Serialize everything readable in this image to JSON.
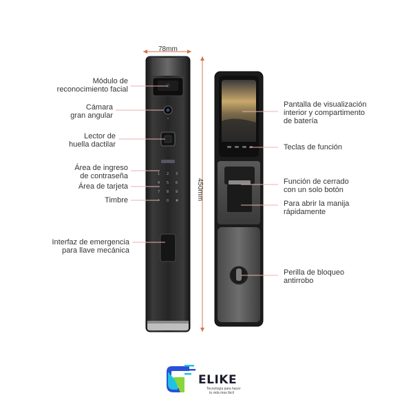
{
  "dimensions": {
    "width": "78mm",
    "height": "450mm"
  },
  "left_labels": [
    {
      "id": "face",
      "lines": [
        "Módulo de",
        "reconocimiento facial"
      ]
    },
    {
      "id": "camera",
      "lines": [
        "Cámara",
        "gran angular"
      ]
    },
    {
      "id": "fingerprint",
      "lines": [
        "Lector de",
        "huella dactilar"
      ]
    },
    {
      "id": "password",
      "lines": [
        "Área de ingreso",
        "de contraseña"
      ]
    },
    {
      "id": "card",
      "lines": [
        "Área de tarjeta"
      ]
    },
    {
      "id": "bell",
      "lines": [
        "Timbre"
      ]
    },
    {
      "id": "emergency",
      "lines": [
        "Interfaz de emergencia",
        "para llave mecánica"
      ]
    }
  ],
  "right_labels": [
    {
      "id": "screen",
      "lines": [
        "Pantalla de visualización",
        "interior y compartimento",
        "de batería"
      ]
    },
    {
      "id": "func-keys",
      "lines": [
        "Teclas de función"
      ]
    },
    {
      "id": "one-touch",
      "lines": [
        "Función de cerrado",
        "con un solo botón"
      ]
    },
    {
      "id": "quick-open",
      "lines": [
        "Para abrir la manija",
        "rápidamente"
      ]
    },
    {
      "id": "anti-theft",
      "lines": [
        "Perilla de bloqueo",
        "antirrobo"
      ]
    }
  ],
  "brand": {
    "name": "ELIKE",
    "tagline": [
      "Tecnología para hacer",
      "tu vida mas fácil"
    ],
    "colors": {
      "cyan": "#1fc3e0",
      "blue": "#2a4fd8",
      "green": "#8bd43a",
      "dark": "#1c1c2e"
    }
  },
  "icons": {
    "keypad": "keypad-icon",
    "fingerprint": "fingerprint-icon",
    "camera": "camera-icon",
    "keyhole": "keyhole-icon"
  }
}
